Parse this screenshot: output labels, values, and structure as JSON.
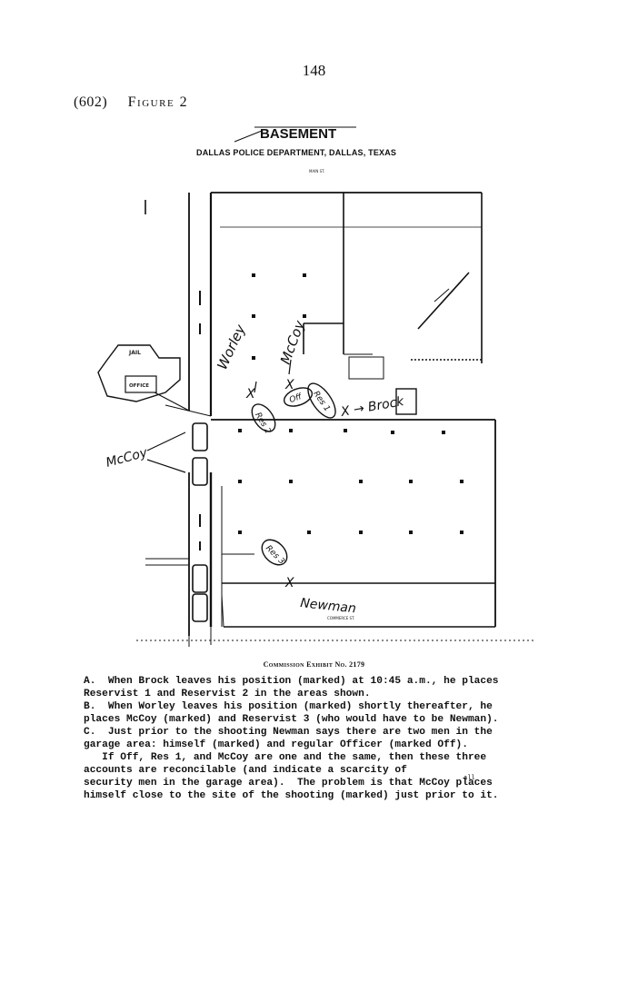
{
  "page": {
    "number": "148",
    "figure_ref": "(602)",
    "figure_label": "Figure 2"
  },
  "diagram": {
    "title": "BASEMENT",
    "subtitle": "DALLAS POLICE DEPARTMENT, DALLAS, TEXAS",
    "labels": {
      "top_street": "MAIN ST.",
      "bottom_street": "COMMERCE ST.",
      "jail": "JAIL",
      "office": "OFFICE"
    },
    "handwritten": {
      "worley": "Worley",
      "mccoy_center": "McCoy",
      "mccoy_left": "McCoy",
      "brock": "X → Brock",
      "newman": "Newman",
      "res1": "Res 1",
      "res2": "Res 2",
      "res3": "Res 3",
      "off": "Off",
      "x": "X"
    },
    "exhibit_caption": "Commission Exhibit No. 2179"
  },
  "notes": {
    "a": "A.  When Brock leaves his position (marked) at 10:45 a.m., he places",
    "a2": "Reservist 1 and Reservist 2 in the areas shown.",
    "b": "B.  When Worley leaves his position (marked) shortly thereafter, he",
    "b2": "places McCoy (marked) and Reservist 3 (who would have to be Newman).",
    "c": "C.  Just prior to the shooting Newman says there are two men in the",
    "c2": "garage area: himself (marked) and regular Officer (marked Off).",
    "d": "   If Off, Res 1, and McCoy are one and the same, then these three",
    "d_insert": "all",
    "d2": "accounts are reconcilable (and indicate a scarcity of",
    "d3": "security men in the garage area).  The problem is that McCoy places",
    "d4": "himself close to the site of the shooting (marked) just prior to it."
  }
}
